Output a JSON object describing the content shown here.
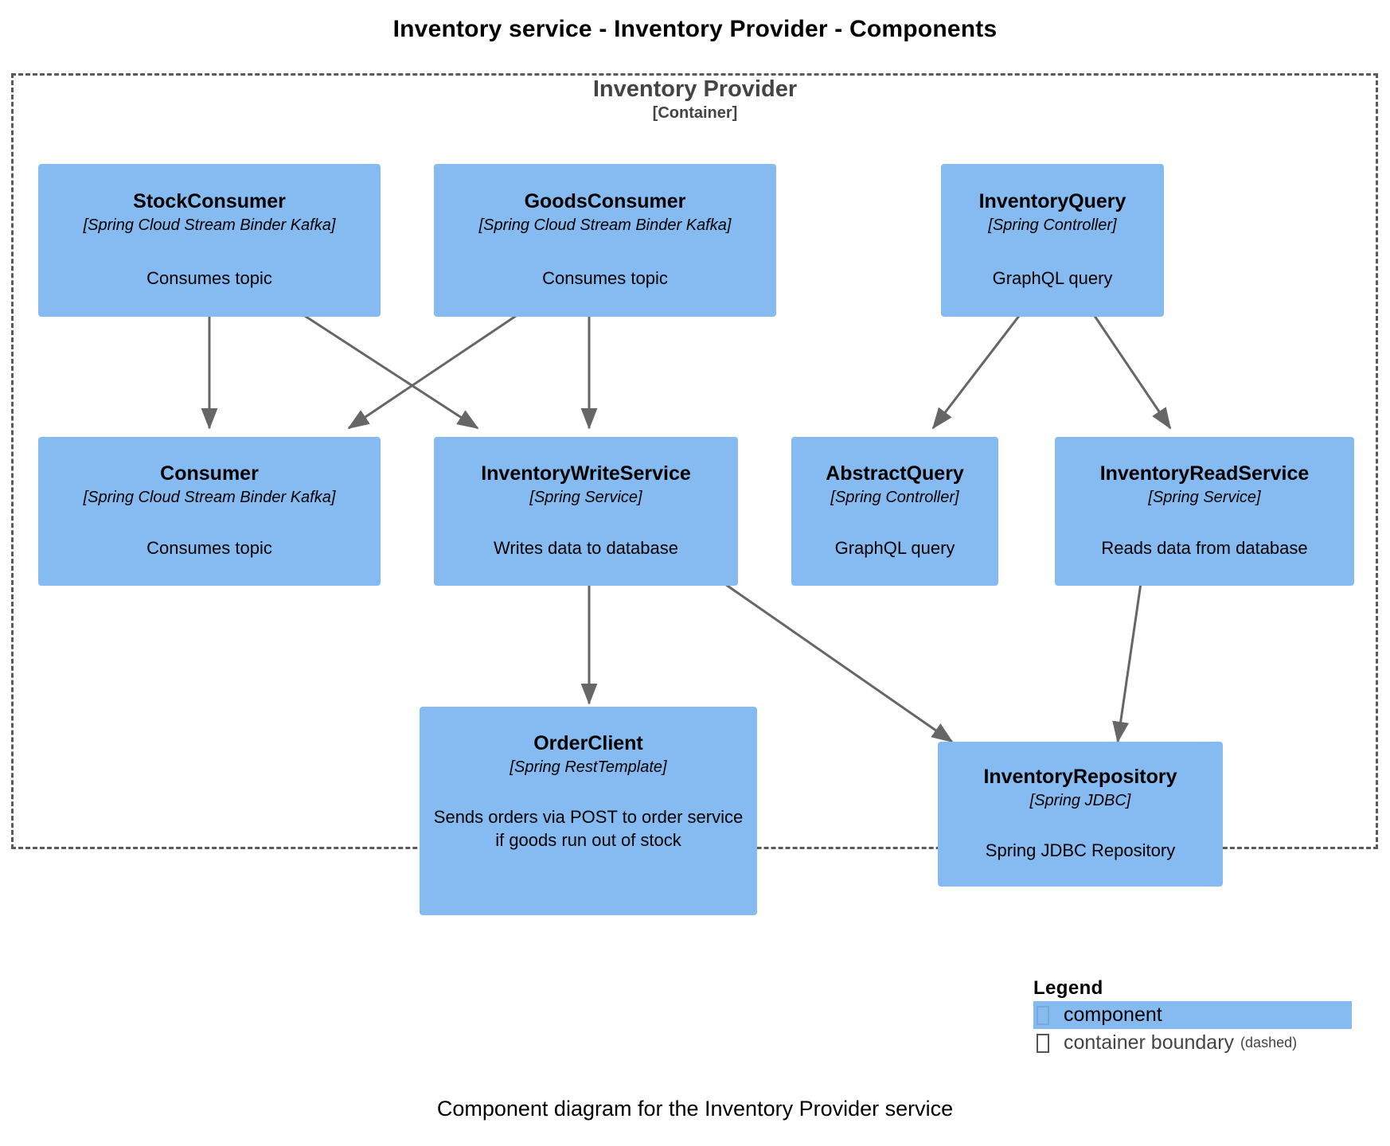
{
  "title": "Inventory service - Inventory Provider - Components",
  "caption": "Component diagram for the Inventory Provider service",
  "boundary": {
    "name": "Inventory Provider",
    "type_label": "[Container]"
  },
  "colors": {
    "component_fill": "#85bbf0",
    "boundary_stroke": "#5a5a5a",
    "arrow_stroke": "#666666",
    "text": "#000000",
    "boundary_text": "#444444"
  },
  "components": [
    {
      "id": "stock-consumer",
      "name": "StockConsumer",
      "technology": "[Spring Cloud Stream Binder Kafka]",
      "description": "Consumes topic"
    },
    {
      "id": "goods-consumer",
      "name": "GoodsConsumer",
      "technology": "[Spring Cloud Stream Binder Kafka]",
      "description": "Consumes topic"
    },
    {
      "id": "inventory-query",
      "name": "InventoryQuery",
      "technology": "[Spring Controller]",
      "description": "GraphQL query"
    },
    {
      "id": "consumer",
      "name": "Consumer",
      "technology": "[Spring Cloud Stream Binder Kafka]",
      "description": "Consumes topic"
    },
    {
      "id": "inventory-write-service",
      "name": "InventoryWriteService",
      "technology": "[Spring Service]",
      "description": "Writes data to database"
    },
    {
      "id": "abstract-query",
      "name": "AbstractQuery",
      "technology": "[Spring Controller]",
      "description": "GraphQL query"
    },
    {
      "id": "inventory-read-service",
      "name": "InventoryReadService",
      "technology": "[Spring Service]",
      "description": "Reads data from database"
    },
    {
      "id": "order-client",
      "name": "OrderClient",
      "technology": "[Spring RestTemplate]",
      "description": "Sends orders via POST to order service if goods run out of stock"
    },
    {
      "id": "inventory-repository",
      "name": "InventoryRepository",
      "technology": "[Spring JDBC]",
      "description": "Spring JDBC Repository"
    }
  ],
  "relationships": [
    {
      "from": "stock-consumer",
      "to": "consumer"
    },
    {
      "from": "stock-consumer",
      "to": "inventory-write-service"
    },
    {
      "from": "goods-consumer",
      "to": "consumer"
    },
    {
      "from": "goods-consumer",
      "to": "inventory-write-service"
    },
    {
      "from": "inventory-query",
      "to": "abstract-query"
    },
    {
      "from": "inventory-query",
      "to": "inventory-read-service"
    },
    {
      "from": "inventory-write-service",
      "to": "order-client"
    },
    {
      "from": "inventory-write-service",
      "to": "inventory-repository"
    },
    {
      "from": "inventory-read-service",
      "to": "inventory-repository"
    }
  ],
  "legend": {
    "title": "Legend",
    "items": [
      {
        "id": "component",
        "label": "component",
        "suffix": ""
      },
      {
        "id": "container-boundary",
        "label": "container boundary",
        "suffix": "(dashed)"
      }
    ]
  }
}
